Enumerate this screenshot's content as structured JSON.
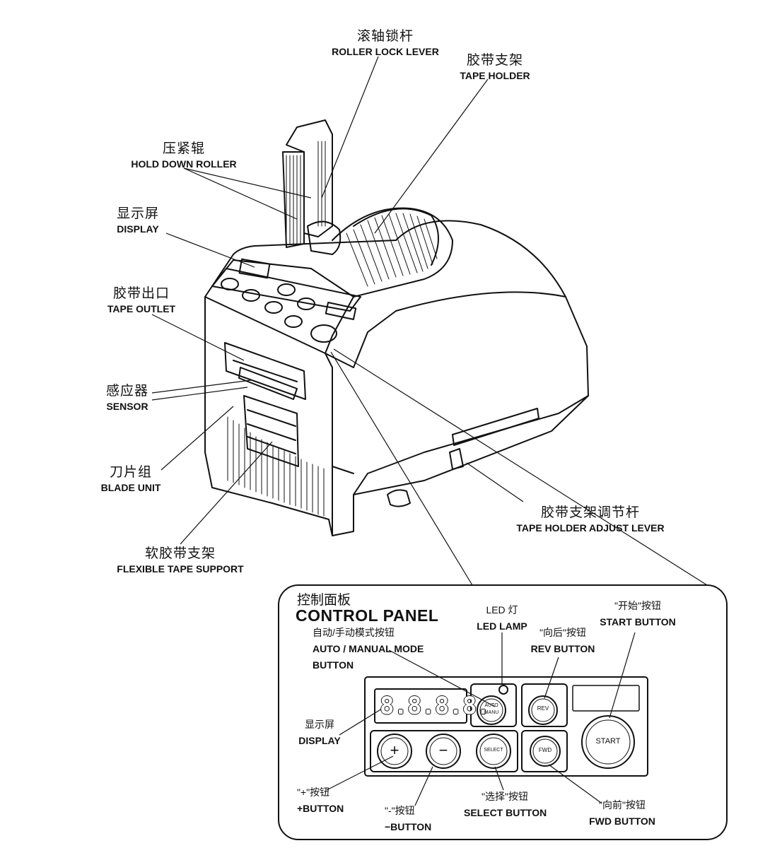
{
  "callouts": {
    "roller_lock_lever": {
      "cn": "滚轴锁杆",
      "en": "ROLLER LOCK LEVER"
    },
    "tape_holder": {
      "cn": "胶带支架",
      "en": "TAPE HOLDER"
    },
    "hold_down_roller": {
      "cn": "压紧辊",
      "en": "HOLD DOWN ROLLER"
    },
    "display": {
      "cn": "显示屏",
      "en": "DISPLAY"
    },
    "tape_outlet": {
      "cn": "胶带出口",
      "en": "TAPE OUTLET"
    },
    "sensor": {
      "cn": "感应器",
      "en": "SENSOR"
    },
    "blade_unit": {
      "cn": "刀片组",
      "en": "BLADE UNIT"
    },
    "flexible_tape_support": {
      "cn": "软胶带支架",
      "en": "FLEXIBLE TAPE SUPPORT"
    },
    "tape_holder_adjust_lever": {
      "cn": "胶带支架调节杆",
      "en": "TAPE HOLDER ADJUST LEVER"
    }
  },
  "control_panel": {
    "title_cn": "控制面板",
    "title_en": "CONTROL PANEL",
    "led_lamp": {
      "cn": "LED 灯",
      "en": "LED LAMP"
    },
    "start_button": {
      "cn": "\"开始\"按钮",
      "en": "START BUTTON"
    },
    "rev_button": {
      "cn": "\"向后\"按钮",
      "en": "REV BUTTON"
    },
    "auto_manual": {
      "cn": "自动/手动模式按钮",
      "en1": "AUTO / MANUAL MODE",
      "en2": "BUTTON"
    },
    "display": {
      "cn": "显示屏",
      "en": "DISPLAY"
    },
    "plus_button": {
      "cn": "\"+\"按钮",
      "en": "+BUTTON"
    },
    "minus_button": {
      "cn": "\"-\"按钮",
      "en": "−BUTTON"
    },
    "select_button": {
      "cn": "\"选择\"按钮",
      "en": "SELECT BUTTON"
    },
    "fwd_button": {
      "cn": "\"向前\"按钮",
      "en": "FWD BUTTON"
    },
    "led_digits": "8.8.8.8.",
    "keys": {
      "auto": "AUTO",
      "manu": "MANU",
      "rev": "REV",
      "start": "START",
      "plus": "+",
      "minus": "−",
      "select": "SELECT",
      "fwd": "FWD"
    }
  }
}
